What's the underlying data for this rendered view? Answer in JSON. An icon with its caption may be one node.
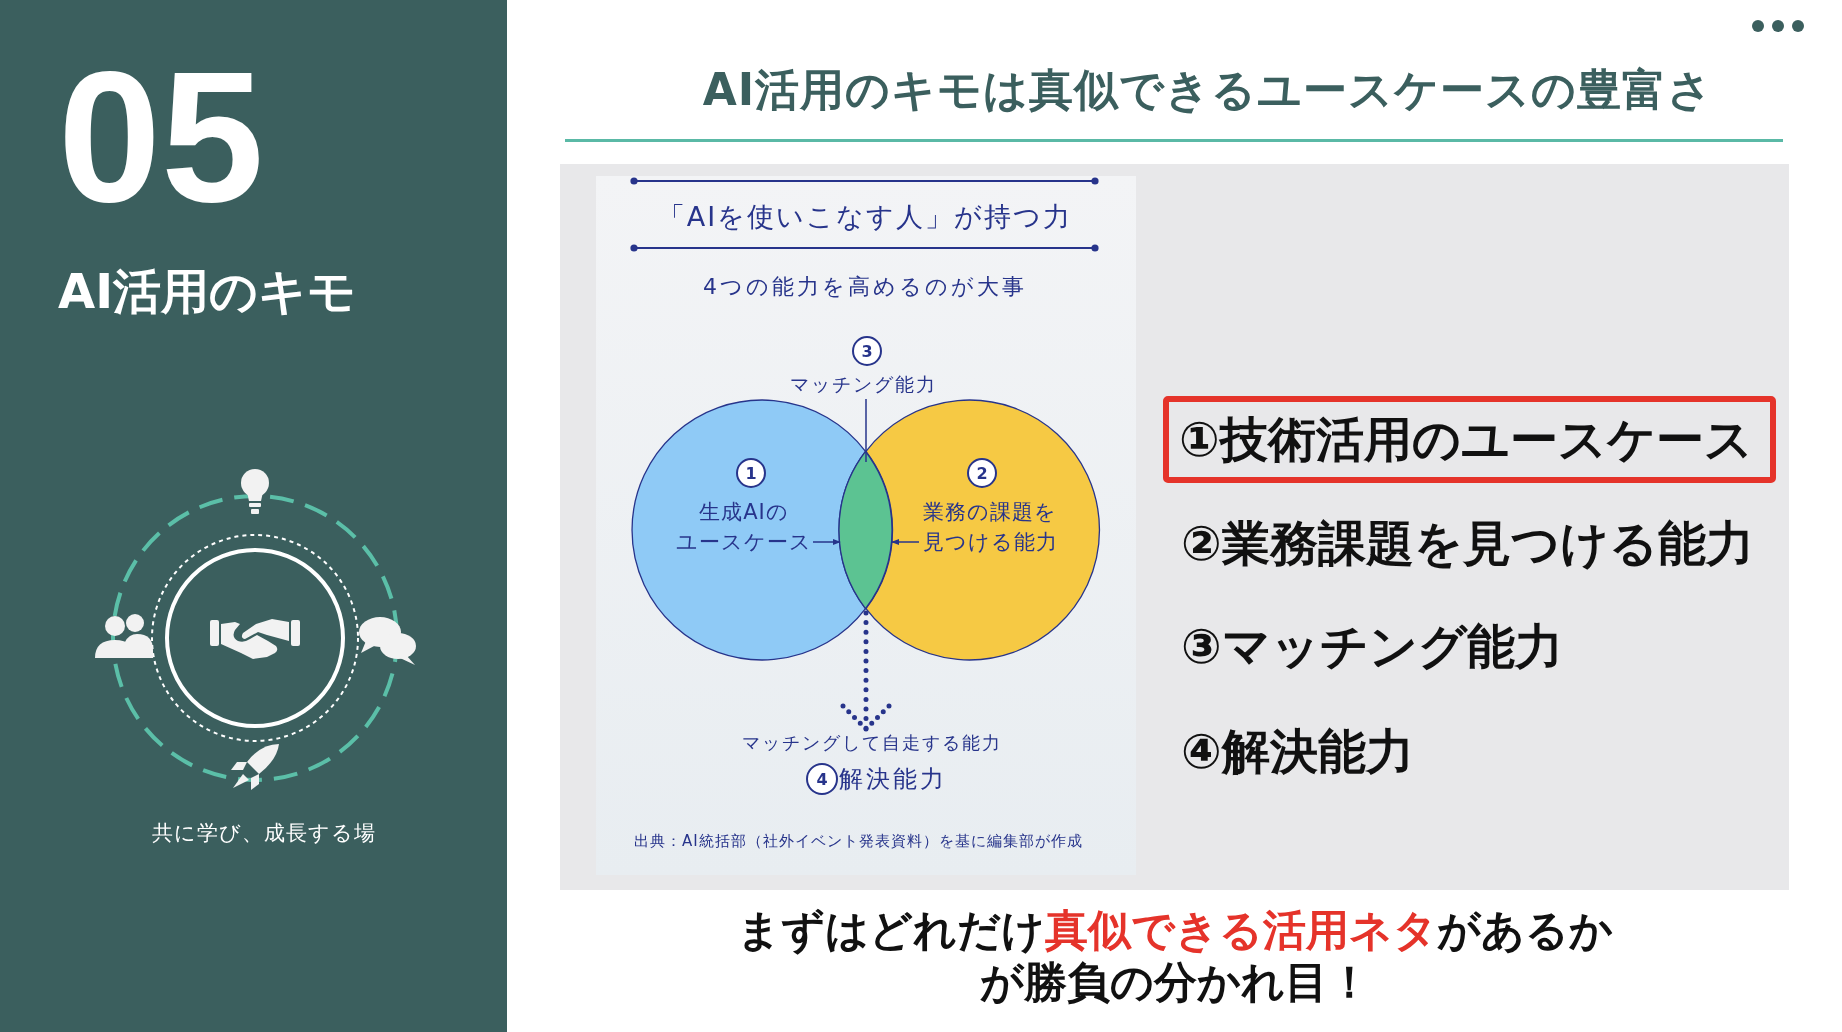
{
  "diagram": {
    "title": "AI活用のキモは真似できるユースケースの豊富さ",
    "caption": "まずはどれだけ**真似できる活用ネタ**があるかが勝負の分かれ目！",
    "nodes": [
      {
        "text": [
          "3"
        ]
      },
      {
        "text": [
          "マッチング能力"
        ]
      },
      {
        "text": [],
        "shape": "circle"
      },
      {
        "text": [
          "1"
        ],
        "in": 2
      },
      {
        "text": [
          "生成AIのユースケース"
        ],
        "in": 2
      },
      {
        "text": [],
        "shape": "circle"
      },
      {
        "text": [
          "2"
        ],
        "in": 5
      },
      {
        "text": [
          "業務の課題を見つける能力"
        ],
        "in": 5
      },
      {
        "text": [],
        "shape": "lens"
      },
      {
        "text": [
          "マッチングして自走する能力"
        ]
      },
      {
        "text": [
          "4"
        ],
        "beside": [
          "解決能力"
        ]
      },
      {
        "text": [
          "①技術活用のユースケース"
        ]
      }
    ],
    "edges": [
      {
        "from": 1,
        "to": 8,
        "arrow": "none"
      },
      {
        "from": 4,
        "to": 8,
        "arrow": "to"
      },
      {
        "from": 7,
        "to": 8,
        "arrow": "to"
      },
      {
        "from": 8,
        "to": 9,
        "arrow": "to",
        "style": "dashed"
      }
    ],
    "labels": [
      "05",
      "AI活用のキモ",
      "共に学び、成長する場",
      "「AIを使いこなす人」が持つ力",
      "4つの能力を高めるのが大事",
      "出典：AI統括部（社外イベント発表資料）を基に編集部が作成",
      "②業務課題を見つける能力",
      "③マッチング能力",
      "④解決能力"
    ]
  }
}
